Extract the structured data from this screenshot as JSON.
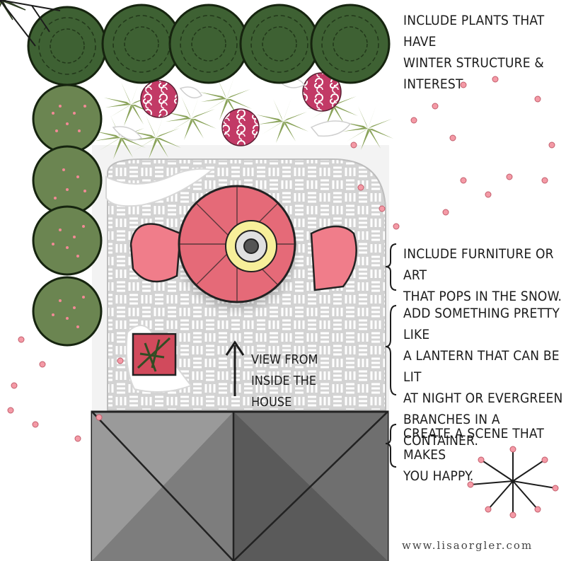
{
  "notes": {
    "plants": "Include plants that have\nwinter structure &\ninterest",
    "furniture": "Include furniture or art\nthat pops in the snow.",
    "lantern": "Add something pretty like\na lantern that can be lit\nat night or evergreen\nbranches in a container.",
    "scene": "Create a scene that makes\nyou happy."
  },
  "view_label": "View from\ninside the house",
  "website": "www.lisaorgler.com",
  "colors": {
    "boxwood": "#3b5f32",
    "pink": "#e56a78",
    "paver": "#cfcfcf",
    "house": "#8c8c8c",
    "snow": "#ffffff"
  }
}
